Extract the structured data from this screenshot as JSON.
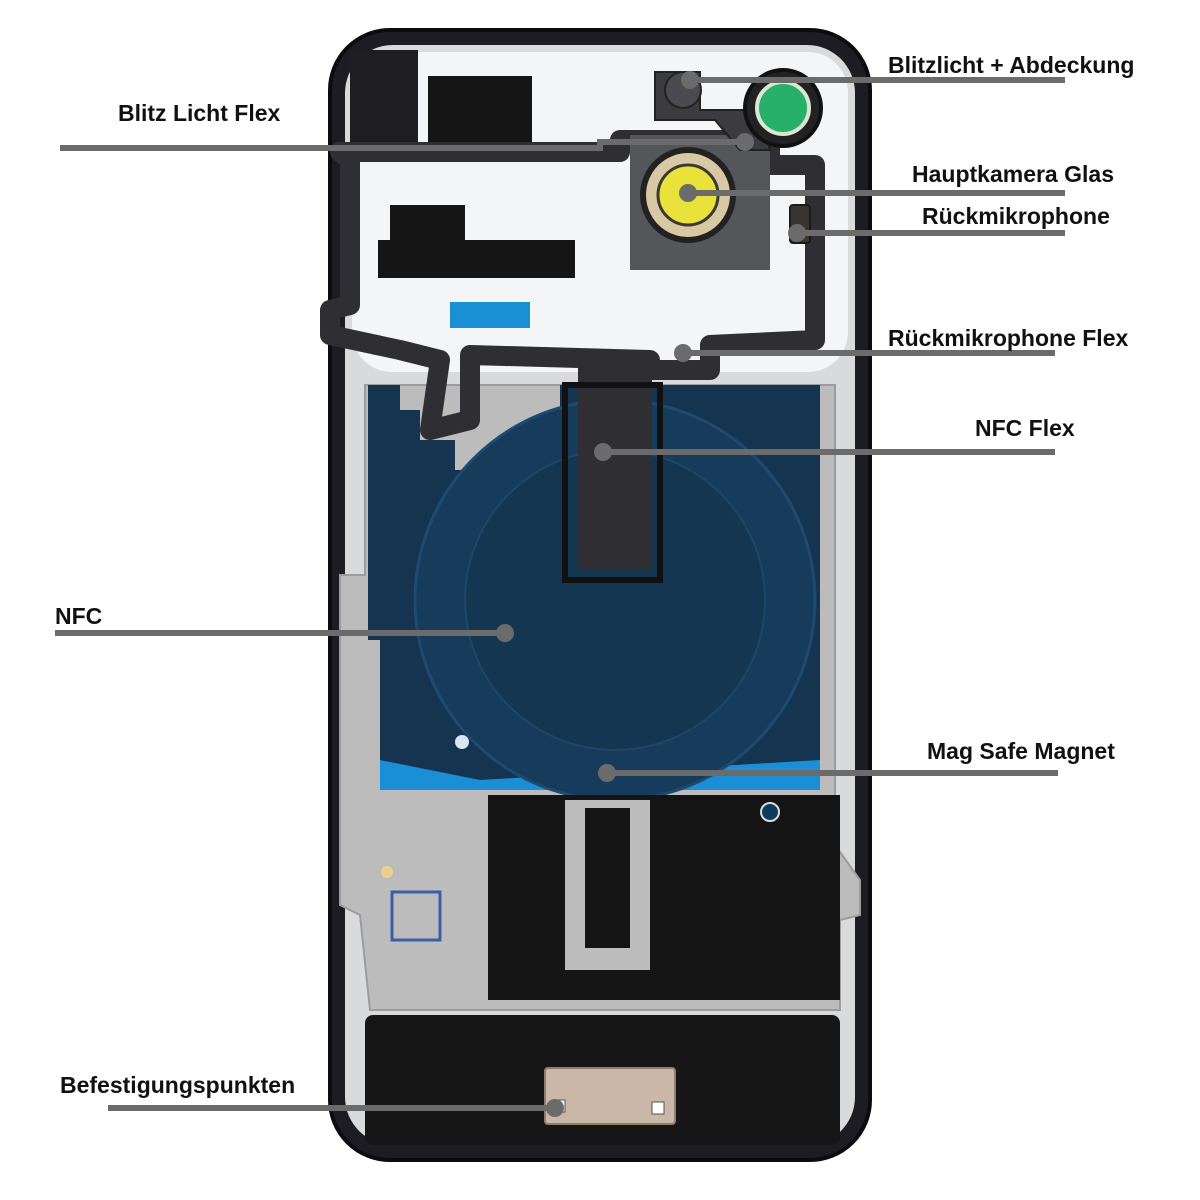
{
  "colors": {
    "leader": "#6b6b6b",
    "frame": "#1c1c22",
    "plate": "#bdbcbc",
    "coil": "#14344f",
    "tape": "#1b8fd6",
    "black_pad": "#141414",
    "flex": "#2e2e33",
    "lens_ring": "#d8c9a4",
    "lens_glass": "#e8e23a",
    "green_lens": "#27b06a"
  },
  "labels": [
    {
      "id": "blitzlicht-abdeckung",
      "text": "Blitzlicht + Abdeckung"
    },
    {
      "id": "blitz-licht-flex",
      "text": "Blitz Licht Flex"
    },
    {
      "id": "hauptkamera-glas",
      "text": "Hauptkamera Glas"
    },
    {
      "id": "rueckmikrophone",
      "text": "Rückmikrophone"
    },
    {
      "id": "rueckmikrophone-flex",
      "text": "Rückmikrophone Flex"
    },
    {
      "id": "nfc-flex",
      "text": "NFC Flex"
    },
    {
      "id": "nfc",
      "text": "NFC"
    },
    {
      "id": "mag-safe-magnet",
      "text": "Mag Safe Magnet"
    },
    {
      "id": "befestigungspunkten",
      "text": "Befestigungspunkten"
    }
  ]
}
